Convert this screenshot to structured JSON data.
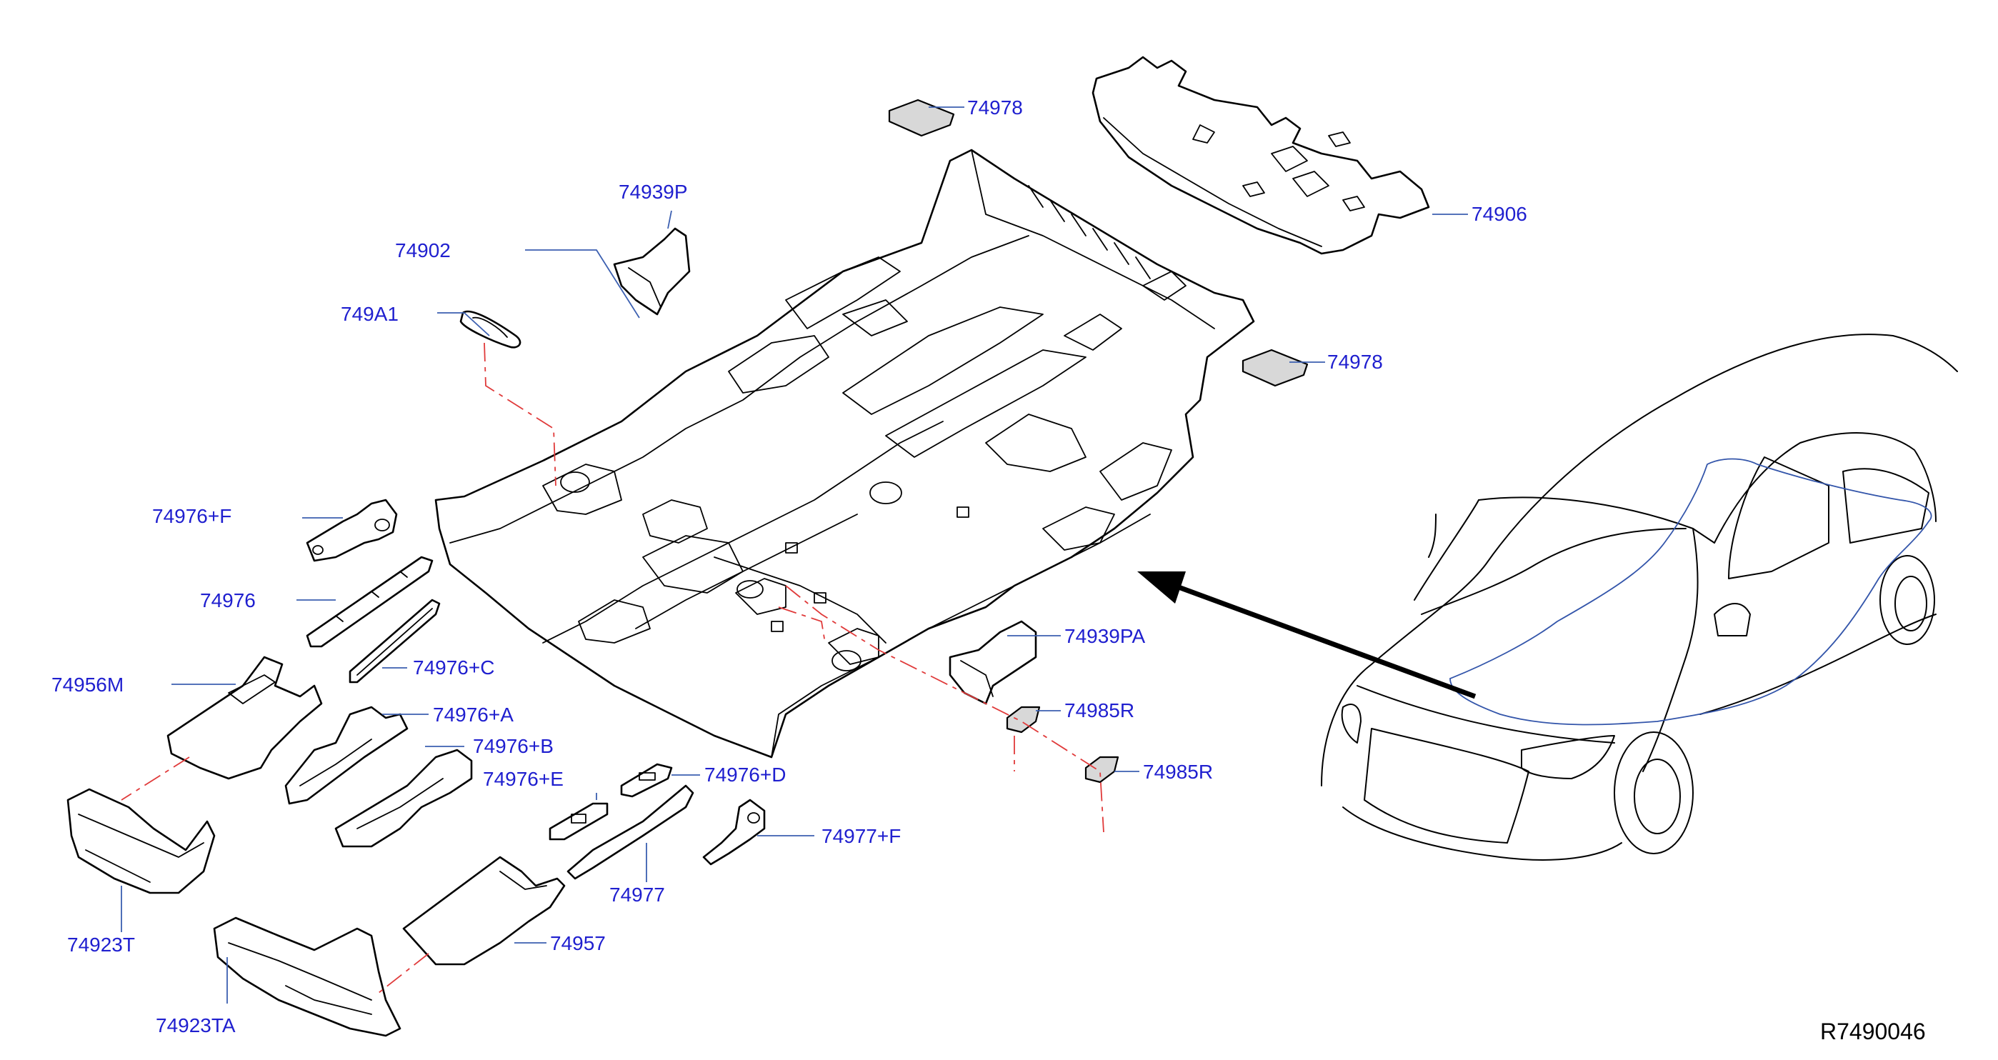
{
  "colors": {
    "callout_text": "#1f1fcf",
    "leader_line": "#3b5fb0",
    "dashed_line": "#e03a3a",
    "floor_outline": "#3355aa",
    "line_art": "#000000"
  },
  "reference_number": "R7490046",
  "callouts": {
    "c74978_top": "74978",
    "c74939P": "74939P",
    "c74906": "74906",
    "c74902": "74902",
    "c749A1": "749A1",
    "c74978_right": "74978",
    "c74976F": "74976+F",
    "c74976": "74976",
    "c74939PA": "74939PA",
    "c74976C": "74976+C",
    "c74956M": "74956M",
    "c74985R_1": "74985R",
    "c74976A": "74976+A",
    "c74976B": "74976+B",
    "c74985R_2": "74985R",
    "c74976E": "74976+E",
    "c74976D": "74976+D",
    "c74977F": "74977+F",
    "c74977": "74977",
    "c74923T": "74923T",
    "c74957": "74957",
    "c74923TA": "74923TA"
  }
}
